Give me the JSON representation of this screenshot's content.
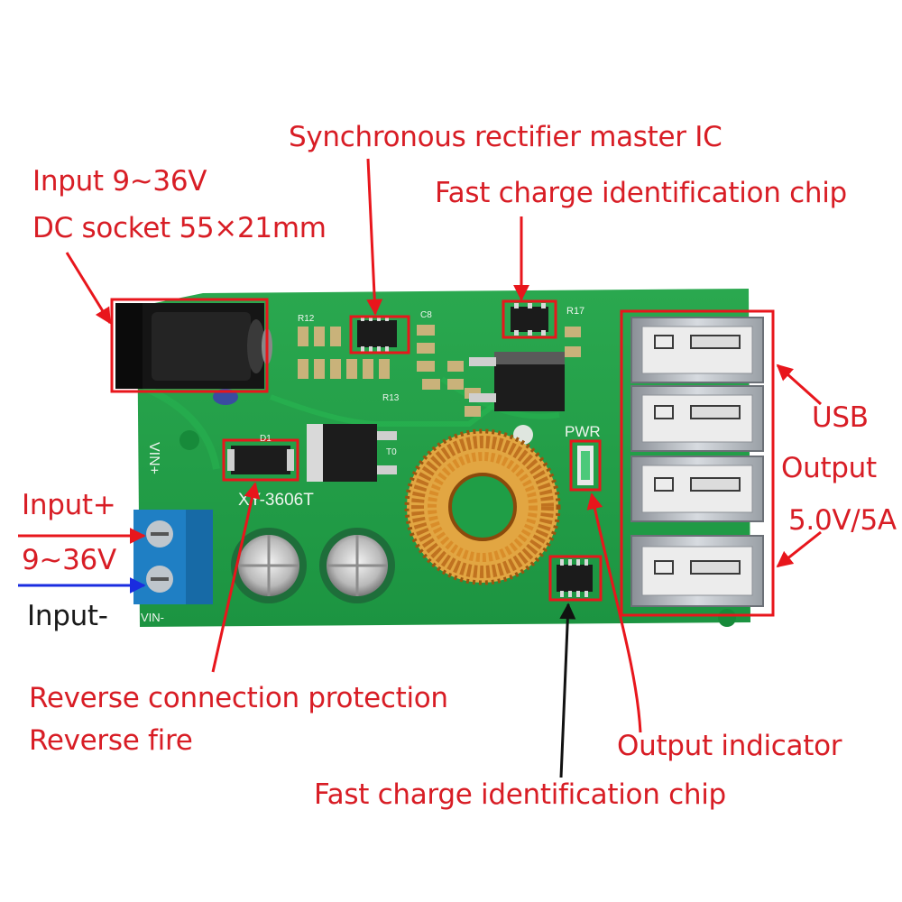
{
  "annotations": {
    "input_line1": "Input 9~36V",
    "input_line2": "DC socket 55×21mm",
    "sync_ic": "Synchronous rectifier master IC",
    "fast_charge_top": "Fast charge identification chip",
    "usb_line1": "USB",
    "usb_line2": "Output",
    "usb_line3": "5.0V/5A",
    "terminal_plus": "Input+",
    "terminal_range": "9~36V",
    "terminal_minus": "Input-",
    "reverse_line1": "Reverse connection protection",
    "reverse_line2": "Reverse fire",
    "output_indicator": "Output indicator",
    "fast_charge_bottom": "Fast charge identification chip"
  },
  "board_silkscreen": {
    "model": "XY-3606T",
    "pwr": "PWR",
    "vin_plus": "VIN+",
    "vin_minus": "VIN-",
    "r17": "R17",
    "d1": "D1",
    "c8": "C8",
    "r13": "R13",
    "r12": "R12",
    "t0": "T0"
  },
  "colors": {
    "label_red": "#d81d25",
    "label_dark": "#1a1a1a",
    "pcb_green": "#1f9e46",
    "arrow_red": "#e8161c",
    "arrow_blue": "#1a2ce0",
    "terminal_blue": "#1f7fc4",
    "coil_copper": "#c8781f"
  }
}
